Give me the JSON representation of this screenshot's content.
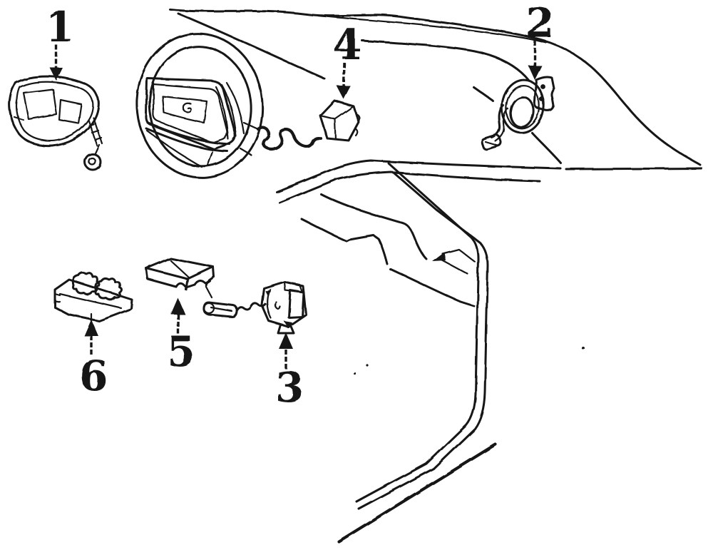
{
  "figure": {
    "type": "parts-diagram",
    "background_color": "#ffffff",
    "ink_color": "#161616",
    "callouts": [
      {
        "number": "1",
        "part": "driver-airbag-module",
        "arrow_direction": "down"
      },
      {
        "number": "2",
        "part": "clockspring-coil",
        "arrow_direction": "down"
      },
      {
        "number": "3",
        "part": "impact-sensor",
        "arrow_direction": "up"
      },
      {
        "number": "4",
        "part": "cable-reel-sensor",
        "arrow_direction": "down"
      },
      {
        "number": "5",
        "part": "diagnostic-module",
        "arrow_direction": "up"
      },
      {
        "number": "6",
        "part": "sensor-bracket",
        "arrow_direction": "up"
      }
    ]
  }
}
